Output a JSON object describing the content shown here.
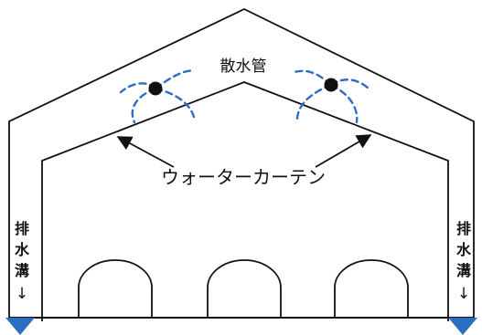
{
  "labels": {
    "sprinkler_pipe": "散水管",
    "water_curtain": "ウォーターカーテン",
    "drain_left": [
      "排",
      "水",
      "溝",
      "↓"
    ],
    "drain_right": [
      "排",
      "水",
      "溝",
      "↓"
    ]
  },
  "colors": {
    "line": "#111111",
    "spray": "#2a6fc4",
    "drain": "#2a6fc4",
    "background": "#ffffff"
  },
  "icons": {
    "nozzle": "filled-circle",
    "arrow": "arrow-head",
    "drain": "triangle"
  }
}
